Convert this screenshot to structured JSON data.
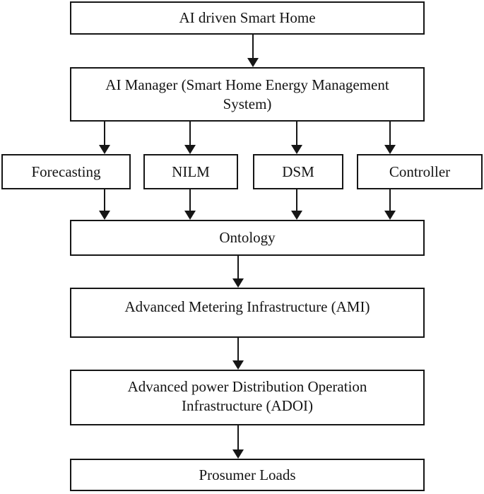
{
  "diagram": {
    "background_color": "#ffffff",
    "line_color": "#161616",
    "text_color": "#141414",
    "nodes": {
      "smart_home": {
        "label": "AI driven Smart Home"
      },
      "ai_manager": {
        "label": "AI Manager (Smart Home Energy Management\nSystem)"
      },
      "forecasting": {
        "label": "Forecasting"
      },
      "nilm": {
        "label": "NILM"
      },
      "dsm": {
        "label": "DSM"
      },
      "controller": {
        "label": "Controller"
      },
      "ontology": {
        "label": "Ontology"
      },
      "ami": {
        "label": "Advanced Metering Infrastructure (AMI)"
      },
      "adoi": {
        "label": "Advanced power Distribution Operation\nInfrastructure (ADOI)"
      },
      "prosumer": {
        "label": "Prosumer Loads"
      }
    },
    "edges": [
      {
        "from": "AI driven Smart Home",
        "to": "AI Manager (Smart Home Energy Management System)"
      },
      {
        "from": "AI Manager (Smart Home Energy Management System)",
        "to": "Forecasting"
      },
      {
        "from": "AI Manager (Smart Home Energy Management System)",
        "to": "NILM"
      },
      {
        "from": "AI Manager (Smart Home Energy Management System)",
        "to": "DSM"
      },
      {
        "from": "AI Manager (Smart Home Energy Management System)",
        "to": "Controller"
      },
      {
        "from": "Forecasting",
        "to": "Ontology"
      },
      {
        "from": "NILM",
        "to": "Ontology"
      },
      {
        "from": "DSM",
        "to": "Ontology"
      },
      {
        "from": "Controller",
        "to": "Ontology"
      },
      {
        "from": "Ontology",
        "to": "Advanced Metering Infrastructure (AMI)"
      },
      {
        "from": "Advanced Metering Infrastructure (AMI)",
        "to": "Advanced power Distribution Operation Infrastructure (ADOI)"
      },
      {
        "from": "Advanced power Distribution Operation Infrastructure (ADOI)",
        "to": "Prosumer Loads"
      }
    ]
  }
}
